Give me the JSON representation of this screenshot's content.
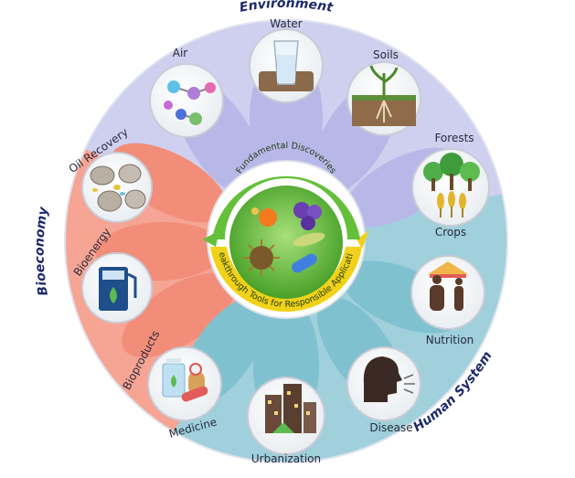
{
  "sectors": {
    "environment": "Environment",
    "bioeconomy": "Bioeconomy",
    "human_systems": "Human Systems"
  },
  "nodes": {
    "water": "Water",
    "air": "Air",
    "soils": "Soils",
    "forests": "Forests",
    "crops": "Crops",
    "oil_recovery": "Oil Recovery",
    "bioenergy": "Bioenergy",
    "bioproducts": "Bioproducts",
    "medicine": "Medicine",
    "urbanization": "Urbanization",
    "disease": "Disease",
    "nutrition": "Nutrition"
  },
  "core": {
    "top": "Fundamental Discoveries",
    "bottom": "Breakthrough Tools for Responsible Application"
  },
  "colors": {
    "environment": "#c9c9ee",
    "bioeconomy": "#f48f7c",
    "human": "#8ec9d6",
    "core_green": "#5dbb2f",
    "core_arrow": "#f1d21a"
  }
}
